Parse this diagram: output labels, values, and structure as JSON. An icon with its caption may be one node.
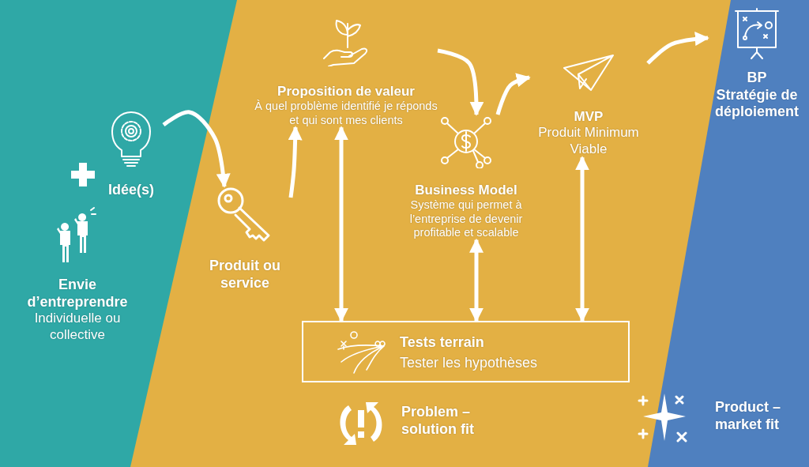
{
  "diagram": {
    "nodes": [
      {
        "text": [
          "Envie d’entreprendre",
          "Individuelle ou collective"
        ]
      },
      {
        "text": [
          "Idée(s)"
        ]
      },
      {
        "text": [
          "Produit ou service"
        ]
      },
      {
        "text": [
          "Proposition de valeur",
          "À quel problème identifié je réponds et qui sont mes clients"
        ]
      },
      {
        "text": [
          "Business Model",
          "Système qui permet à l’entreprise de devenir profitable et scalable"
        ]
      },
      {
        "text": [
          "MVP",
          "Produit Minimum Viable"
        ]
      },
      {
        "text": [
          "BP",
          "Stratégie de déploiement"
        ]
      },
      {
        "text": [
          "Tests terrain",
          "Tester les hypothèses"
        ]
      }
    ],
    "edges": [
      {
        "from": 1,
        "to": 2,
        "arrow": "to"
      },
      {
        "from": 2,
        "to": 3,
        "arrow": "to"
      },
      {
        "from": 3,
        "to": 4,
        "arrow": "to"
      },
      {
        "from": 4,
        "to": 5,
        "arrow": "to"
      },
      {
        "from": 5,
        "to": 6,
        "arrow": "to"
      },
      {
        "from": 3,
        "to": 7,
        "arrow": "both"
      },
      {
        "from": 4,
        "to": 7,
        "arrow": "both"
      },
      {
        "from": 5,
        "to": 7,
        "arrow": "both"
      }
    ],
    "labels": [
      "Problem – solution fit",
      "Product – market fit"
    ]
  }
}
